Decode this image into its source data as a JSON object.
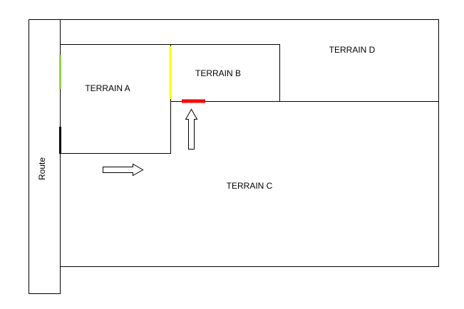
{
  "labels": {
    "road": "Route",
    "terrain_a": "TERRAIN A",
    "terrain_b": "TERRAIN B",
    "terrain_c": "TERRAIN C",
    "terrain_d": "TERRAIN D"
  },
  "markers": {
    "green": "#92d050",
    "yellow": "#ffff00",
    "red": "#ff0000",
    "black": "#000000"
  },
  "arrows": {
    "right": "arrow-right",
    "up": "arrow-up"
  }
}
